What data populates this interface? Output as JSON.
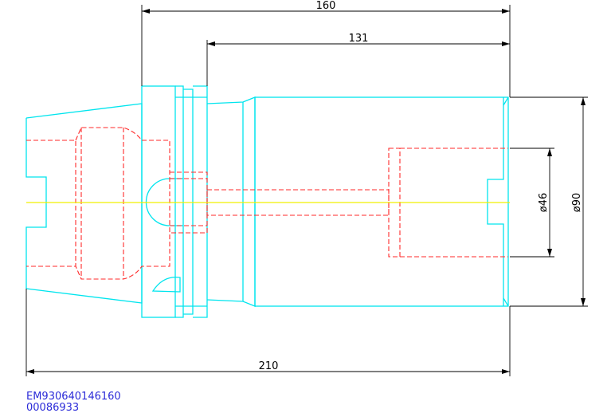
{
  "dimensions": {
    "length_top": "160",
    "length_shank": "131",
    "length_total": "210",
    "dia_bore": "ø46",
    "dia_body": "ø90"
  },
  "caption": {
    "part_number": "EM930640146160",
    "code": "00086933"
  },
  "colors": {
    "outline": "#00e5ee",
    "hidden_lines": "#ff2a2a",
    "centerline": "#f0f000",
    "dimension": "#000000",
    "caption_text": "#2b2bd8"
  }
}
